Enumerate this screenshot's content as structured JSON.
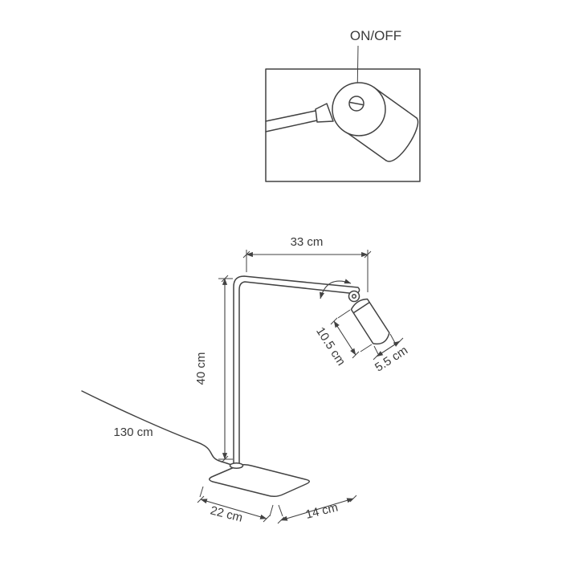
{
  "diagram": {
    "inset": {
      "label": "ON/OFF"
    },
    "dimensions": {
      "arm_length": "33 cm",
      "pole_height": "40 cm",
      "head_length": "10.5 cm",
      "head_diameter": "5.5 cm",
      "cable_length": "130 cm",
      "base_width": "22 cm",
      "base_depth": "14 cm"
    },
    "colors": {
      "line": "#424242",
      "text": "#3a3a3a",
      "background": "#ffffff"
    }
  }
}
